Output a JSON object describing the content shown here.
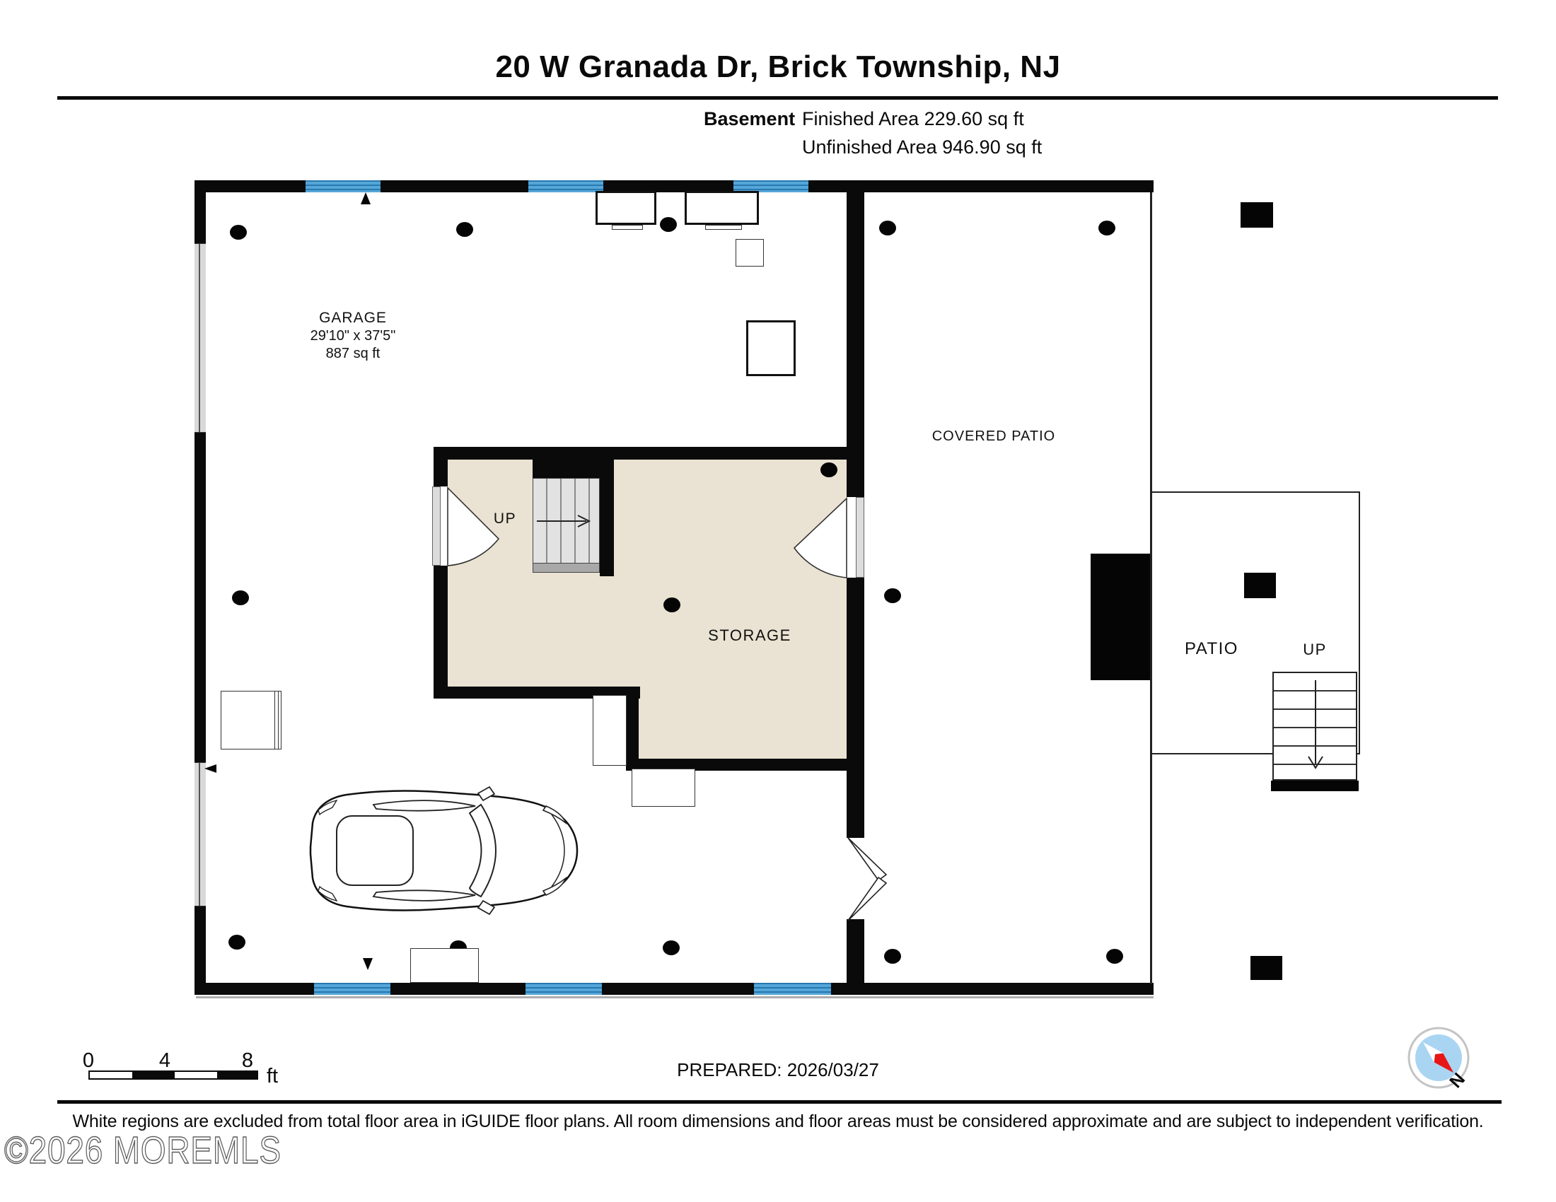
{
  "header": {
    "title": "20 W Granada Dr, Brick Township, NJ",
    "floor_label": "Basement",
    "finished_area": "Finished Area 229.60 sq ft",
    "unfinished_area": "Unfinished Area 946.90 sq ft"
  },
  "rooms": {
    "garage": {
      "name": "GARAGE",
      "dimensions": "29'10\" x 37'5\"",
      "area": "887 sq ft"
    },
    "storage": {
      "name": "STORAGE"
    },
    "covered_patio": {
      "name": "COVERED PATIO"
    },
    "patio": {
      "name": "PATIO"
    }
  },
  "stairs": {
    "interior_label": "UP",
    "exterior_label": "UP"
  },
  "scale_bar": {
    "tick_0": "0",
    "tick_4": "4",
    "tick_8": "8",
    "unit": "ft"
  },
  "footer": {
    "prepared": "PREPARED: 2026/03/27",
    "disclaimer": "White regions are excluded from total floor area in iGUIDE floor plans. All room dimensions and floor areas must be considered approximate and are subject to independent verification.",
    "watermark": "©2026 MOREMLS"
  },
  "compass": {
    "north_label": "N"
  },
  "colors": {
    "wall": "#0a0a0a",
    "window_blue": "#55A6D9",
    "window_stripe": "#2878AE",
    "finished_fill": "#EAE2D2",
    "door_gray": "#D9D9D9",
    "stair_gray": "#E2E2E2",
    "compass_blue": "#A9D5F2",
    "compass_red": "#E81616"
  }
}
